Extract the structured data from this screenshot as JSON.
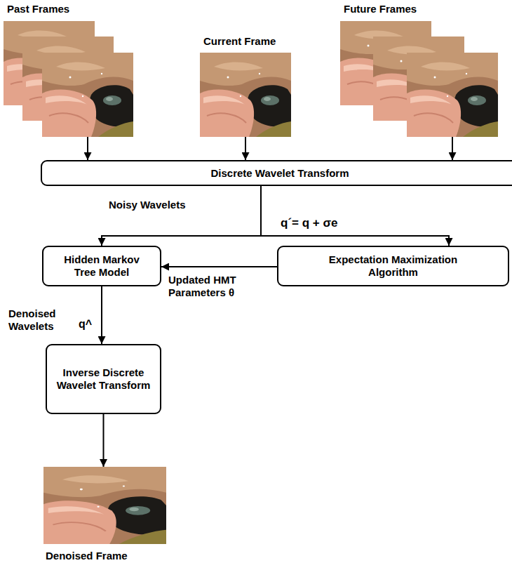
{
  "diagram": {
    "nodes": [
      {
        "text": [
          "Past Frames"
        ]
      },
      {
        "text": [
          "Current Frame"
        ]
      },
      {
        "text": [
          "Future Frames"
        ]
      },
      {
        "text": [
          "Discrete Wavelet Transform"
        ]
      },
      {
        "text": [
          "Hidden Markov Tree Model"
        ]
      },
      {
        "text": [
          "Expectation Maximization Algorithm"
        ]
      },
      {
        "text": [
          "Inverse Discrete Wavelet Transform"
        ]
      },
      {
        "text": [
          "Denoised Frame"
        ]
      }
    ],
    "edges": [
      {
        "from": 0,
        "to": 3,
        "arrow": "to"
      },
      {
        "from": 1,
        "to": 3,
        "arrow": "to"
      },
      {
        "from": 2,
        "to": 3,
        "arrow": "to"
      },
      {
        "from": 3,
        "to": 4,
        "arrow": "to"
      },
      {
        "from": 3,
        "to": 5,
        "arrow": "to"
      },
      {
        "from": 5,
        "to": 4,
        "label": "Updated HMT Parameters θ",
        "arrow": "to"
      },
      {
        "from": 4,
        "to": 6,
        "arrow": "to"
      },
      {
        "from": 6,
        "to": 7,
        "arrow": "to"
      }
    ],
    "labels": [
      "Noisy Wavelets",
      "q´= q + σe",
      "Denoised Wavelets",
      "q^"
    ]
  }
}
